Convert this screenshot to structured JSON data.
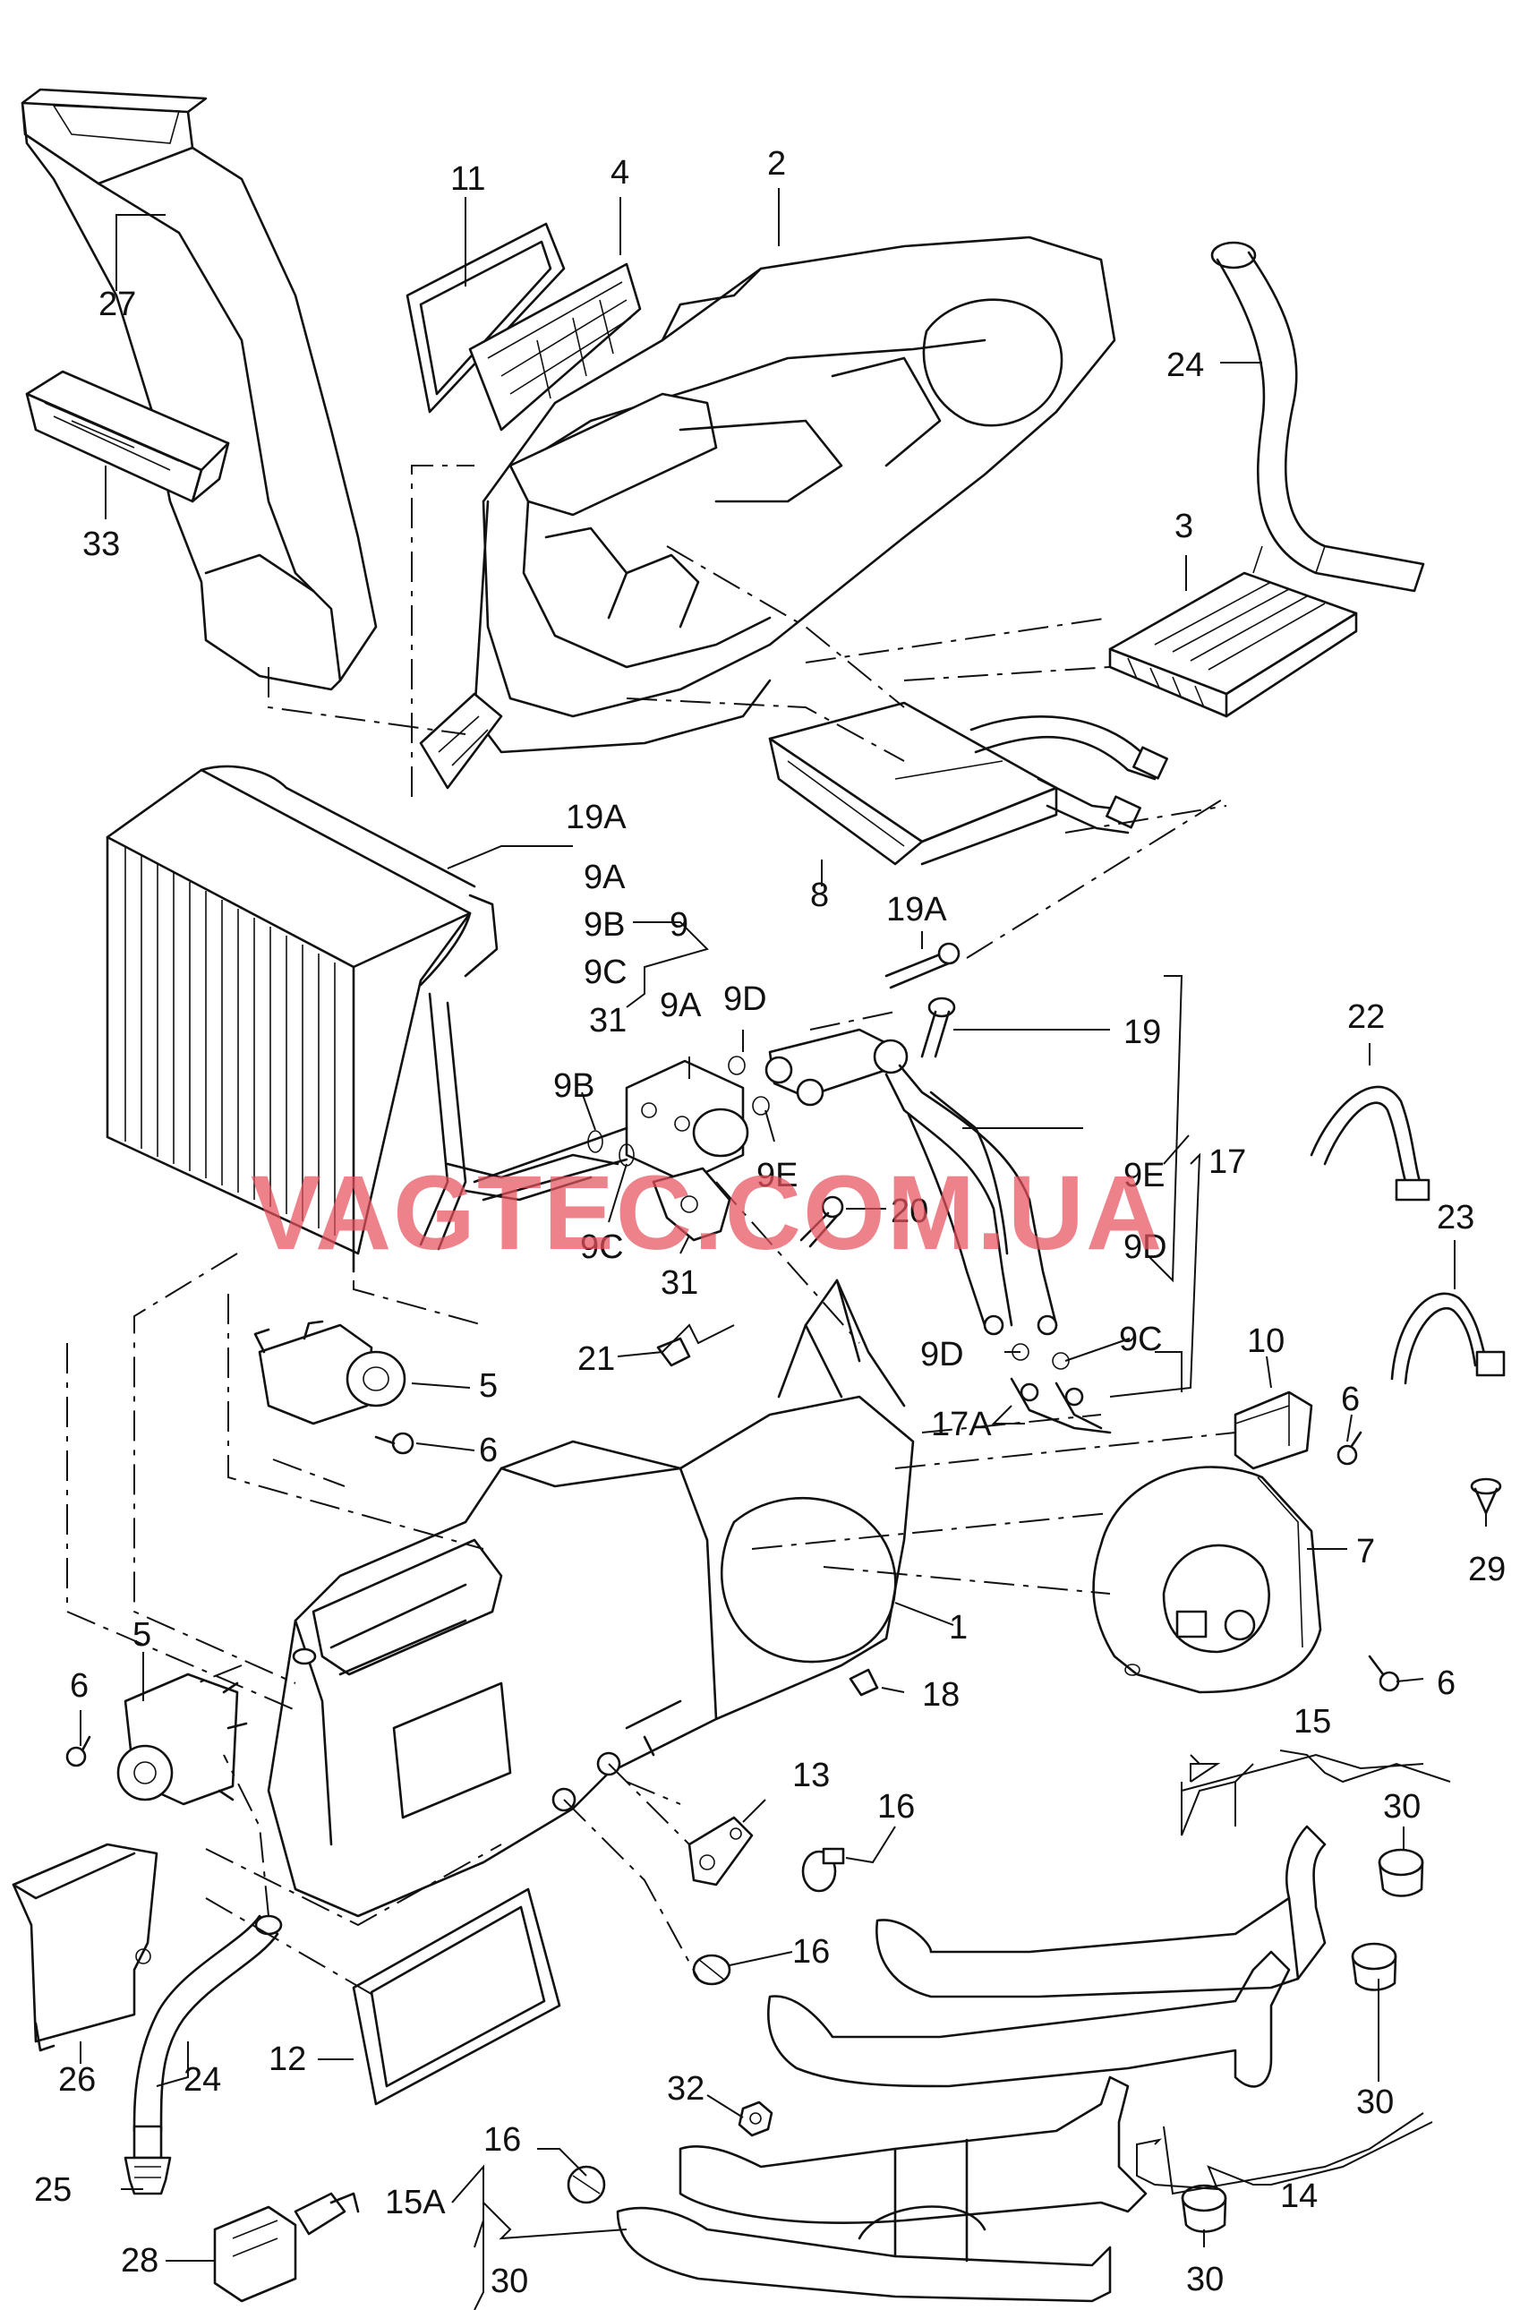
{
  "labels": {
    "l27": "27",
    "l33": "33",
    "l11": "11",
    "l4": "4",
    "l2": "2",
    "l24a": "24",
    "l3": "3",
    "l8": "8",
    "l19Aa": "19A",
    "l9Aa": "9A",
    "l9Ba": "9B",
    "l9Ca": "9C",
    "l31a": "31",
    "l9": "9",
    "l19Ab": "19A",
    "l9Ab": "9A",
    "l9Da": "9D",
    "l19": "19",
    "l9Bb": "9B",
    "l9Ea": "9E",
    "l9Cb": "9C",
    "l20": "20",
    "l31b": "31",
    "l9Eb": "9E",
    "l17": "17",
    "l9Db": "9D",
    "l22": "22",
    "l23": "23",
    "l21": "21",
    "l5a": "5",
    "l6a": "6",
    "l9Dc": "9D",
    "l9Cc": "9C",
    "l17A": "17A",
    "l10": "10",
    "l6b": "6",
    "l29": "29",
    "l7": "7",
    "l1": "1",
    "l6c": "6",
    "l5b": "5",
    "l6d": "6",
    "l18": "18",
    "l15": "15",
    "l13": "13",
    "l16a": "16",
    "l30a": "30",
    "l16b": "16",
    "l26": "26",
    "l24b": "24",
    "l12": "12",
    "l32": "32",
    "l30b": "30",
    "l16c": "16",
    "l14": "14",
    "l25": "25",
    "l15A": "15A",
    "l30c": "30",
    "l28": "28",
    "l30d": "30"
  },
  "watermark": "VAGTEC.COM.UA"
}
